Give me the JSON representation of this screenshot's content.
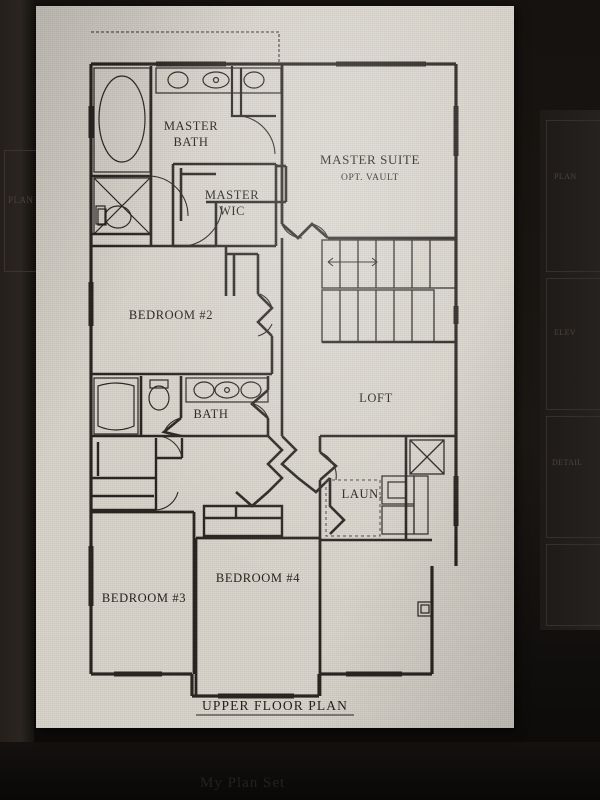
{
  "sheet": {
    "title": "UPPER FLOOR PLAN",
    "paper_color": "#d8d4cb",
    "ink_color": "#26211d",
    "background_color": "#15120f"
  },
  "rooms": [
    {
      "id": "master-bath",
      "label": "MASTER",
      "label2": "BATH"
    },
    {
      "id": "master-wic",
      "label": "MASTER",
      "label2": "WIC"
    },
    {
      "id": "master-suite",
      "label": "MASTER SUITE",
      "label2": "OPT. VAULT"
    },
    {
      "id": "bedroom-2",
      "label": "BEDROOM #2",
      "label2": ""
    },
    {
      "id": "bath",
      "label": "BATH",
      "label2": ""
    },
    {
      "id": "loft",
      "label": "LOFT",
      "label2": ""
    },
    {
      "id": "laundry",
      "label": "LAUN.",
      "label2": ""
    },
    {
      "id": "bedroom-3",
      "label": "BEDROOM #3",
      "label2": ""
    },
    {
      "id": "bedroom-4",
      "label": "BEDROOM #4",
      "label2": ""
    }
  ],
  "labels": {
    "master_bath_line1": "MASTER",
    "master_bath_line2": "BATH",
    "master_wic_line1": "MASTER",
    "master_wic_line2": "WIC",
    "master_suite": "MASTER SUITE",
    "master_suite_note": "OPT. VAULT",
    "bedroom_2": "BEDROOM #2",
    "bath": "BATH",
    "loft": "LOFT",
    "laundry": "LAUN.",
    "bedroom_3": "BEDROOM #3",
    "bedroom_4": "BEDROOM #4",
    "plan_title": "UPPER FLOOR PLAN"
  },
  "fixtures": [
    "bathtub-oval",
    "shower-stall-x",
    "toilet",
    "double-vanity-sinks",
    "bathtub-rect",
    "washer",
    "dryer",
    "linen-closet-x",
    "stair-run",
    "post-marker"
  ],
  "side_panels": {
    "left_text": "PLAN",
    "right_items": [
      "PLAN",
      "ELEV",
      "DETAIL"
    ]
  },
  "bottom_caption": "My Plan Set"
}
